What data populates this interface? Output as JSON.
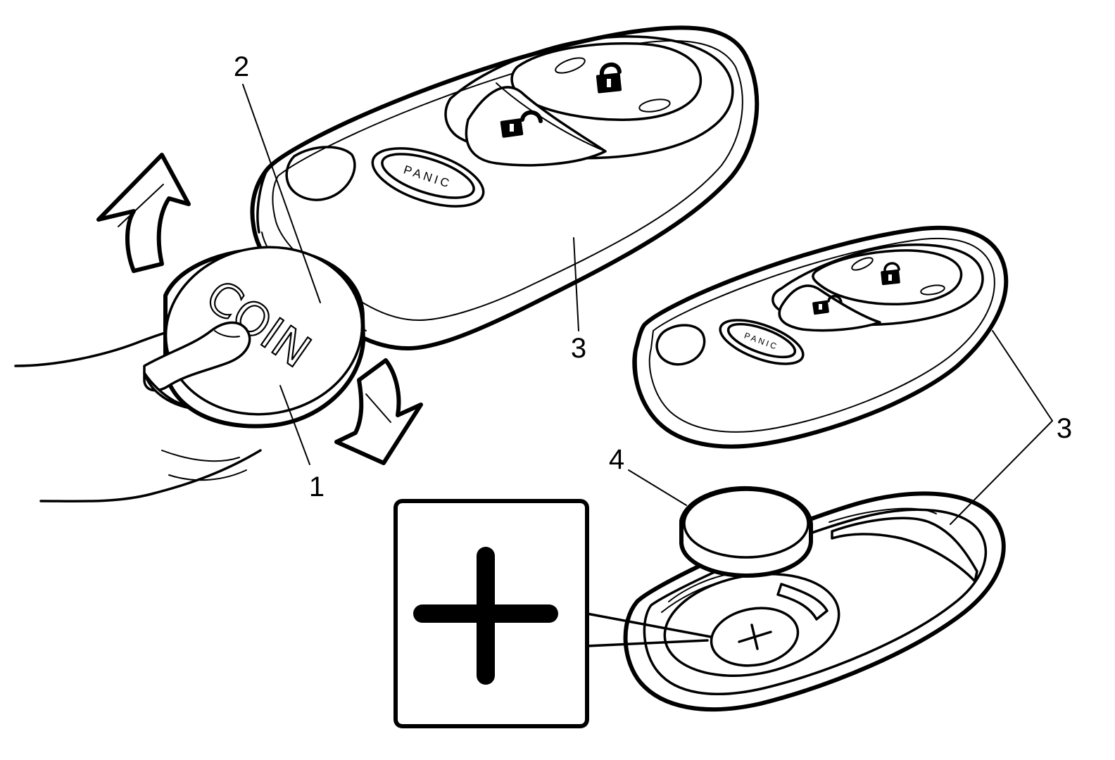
{
  "labels": {
    "coin_text": "COIN",
    "panic_button": "PANIC",
    "panic_button_small": "PANIC",
    "callouts": [
      "1",
      "2",
      "3",
      "3",
      "4"
    ]
  },
  "inset": {
    "symbol": "+"
  },
  "battery": {
    "symbol": "+"
  },
  "icons": [
    "lock-icon",
    "unlock-icon",
    "lock-icon",
    "unlock-icon",
    "arrow-up-icon",
    "arrow-down-icon",
    "hand-icon"
  ],
  "colors": {
    "ink": "#000000",
    "paper": "#ffffff"
  }
}
